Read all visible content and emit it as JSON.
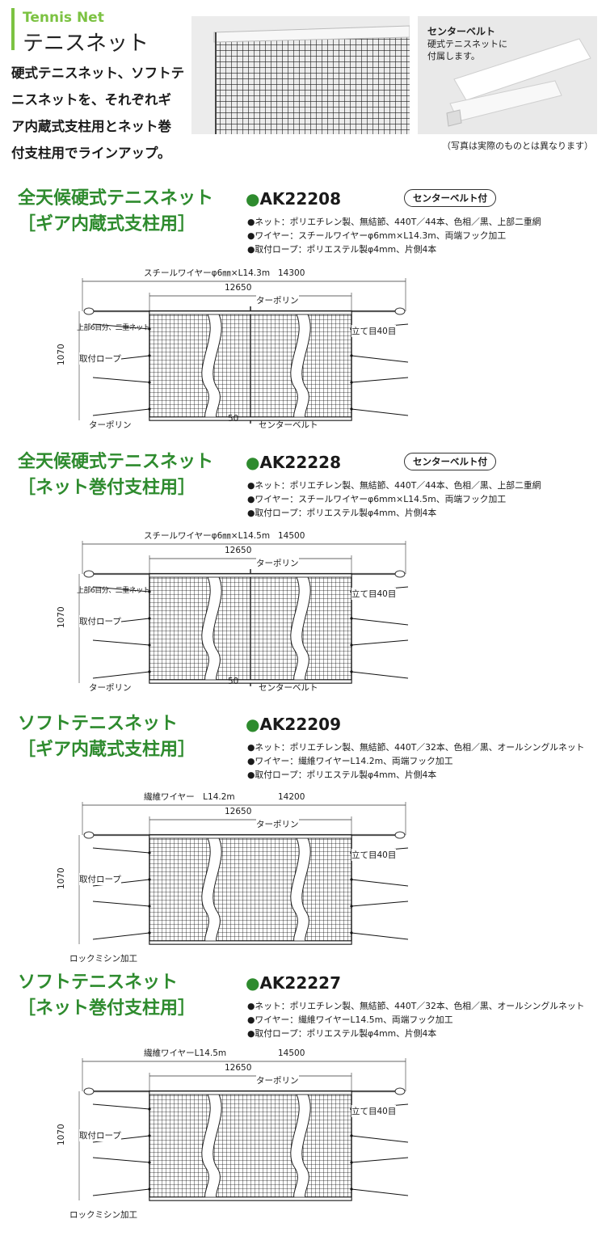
{
  "header": {
    "en_title": "Tennis Net",
    "jp_title": "テニスネット"
  },
  "intro_lines": [
    "硬式テニスネット、ソフトテ",
    "ニスネットを、それぞれギ",
    "ア内蔵式支柱用とネット巻",
    "付支柱用でラインアップ。"
  ],
  "photo_belt": {
    "label": "センターベルト",
    "desc_lines": [
      "硬式テニスネットに",
      "付属します。"
    ]
  },
  "caption": "（写真は実際のものとは異なります）",
  "products": [
    {
      "title1": "全天候硬式テニスネット",
      "title2": "［ギア内蔵式支柱用］",
      "code": "AK22208",
      "badge": "センターベルト付",
      "specs": [
        "ネット：ポリエチレン製、無結節、440T／44本、色相／黒、上部二重網",
        "ワイヤー：スチールワイヤーφ6mm×L14.3m、両端フック加工",
        "取付ロープ：ポリエステル製φ4mm、片側4本"
      ],
      "diagram": {
        "wire_label": "スチールワイヤーφ6㎜×L14.3m",
        "total": "14300",
        "width": "12650",
        "tarpaulin_top": "ターポリン",
        "upper": "上部6目分、二重ネット",
        "rope": "取付ロープ",
        "height": "1070",
        "mesh": "立て目40目",
        "bottom": "ターポリン",
        "center_w": "50",
        "center_belt": "センターベルト"
      }
    },
    {
      "title1": "全天候硬式テニスネット",
      "title2": "［ネット巻付支柱用］",
      "code": "AK22228",
      "badge": "センターベルト付",
      "specs": [
        "ネット：ポリエチレン製、無結節、440T／44本、色相／黒、上部二重網",
        "ワイヤー：スチールワイヤーφ6mm×L14.5m、両端フック加工",
        "取付ロープ：ポリエステル製φ4mm、片側4本"
      ],
      "diagram": {
        "wire_label": "スチールワイヤーφ6㎜×L14.5m",
        "total": "14500",
        "width": "12650",
        "tarpaulin_top": "ターポリン",
        "upper": "上部6目分、二重ネット",
        "rope": "取付ロープ",
        "height": "1070",
        "mesh": "立て目40目",
        "bottom": "ターポリン",
        "center_w": "50",
        "center_belt": "センターベルト"
      }
    },
    {
      "title1": "ソフトテニスネット",
      "title2": "［ギア内蔵式支柱用］",
      "code": "AK22209",
      "specs": [
        "ネット：ポリエチレン製、無結節、440T／32本、色相／黒、オールシングルネット",
        "ワイヤー：繊維ワイヤーL14.2m、両端フック加工",
        "取付ロープ：ポリエステル製φ4mm、片側4本"
      ],
      "diagram": {
        "wire_label": "繊維ワイヤー　L14.2m",
        "total": "14200",
        "width": "12650",
        "tarpaulin_top": "ターポリン",
        "rope": "取付ロープ",
        "height": "1070",
        "mesh": "立て目40目",
        "bottom": "ロックミシン加工"
      }
    },
    {
      "title1": "ソフトテニスネット",
      "title2": "［ネット巻付支柱用］",
      "code": "AK22227",
      "specs": [
        "ネット：ポリエチレン製、無結節、440T／32本、色相／黒、オールシングルネット",
        "ワイヤー：繊維ワイヤーL14.5m、両端フック加工",
        "取付ロープ：ポリエステル製φ4mm、片側4本"
      ],
      "diagram": {
        "wire_label": "繊維ワイヤーL14.5m",
        "total": "14500",
        "width": "12650",
        "tarpaulin_top": "ターポリン",
        "rope": "取付ロープ",
        "height": "1070",
        "mesh": "立て目40目",
        "bottom": "ロックミシン加工"
      }
    }
  ]
}
